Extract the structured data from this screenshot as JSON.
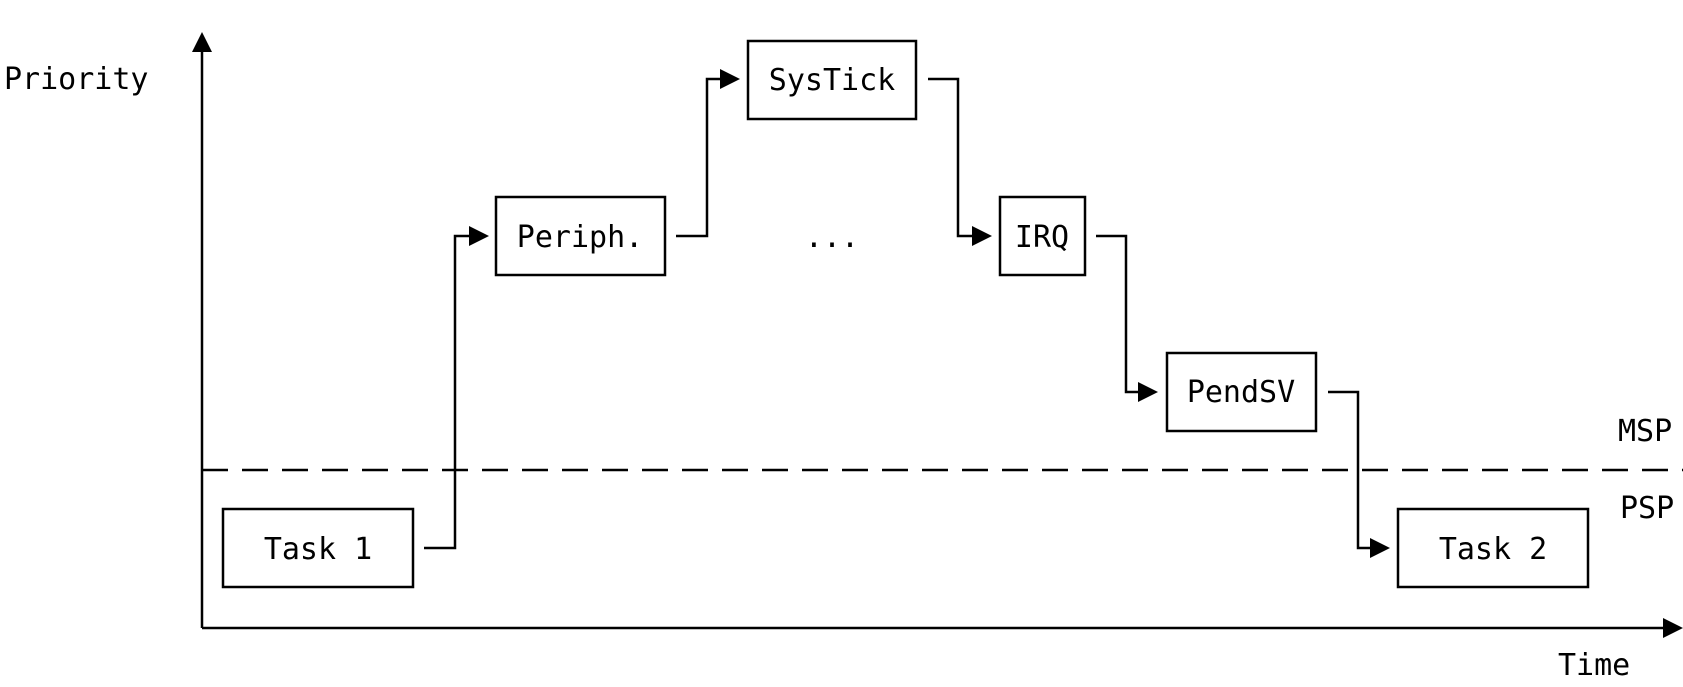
{
  "axes": {
    "y_label": "Priority",
    "x_label": "Time"
  },
  "stack_regions": {
    "upper": "MSP",
    "lower": "PSP"
  },
  "blocks": {
    "task1": "Task 1",
    "periph": "Periph.",
    "systick": "SysTick",
    "ellipsis": "...",
    "irq": "IRQ",
    "pendsv": "PendSV",
    "task2": "Task 2"
  }
}
